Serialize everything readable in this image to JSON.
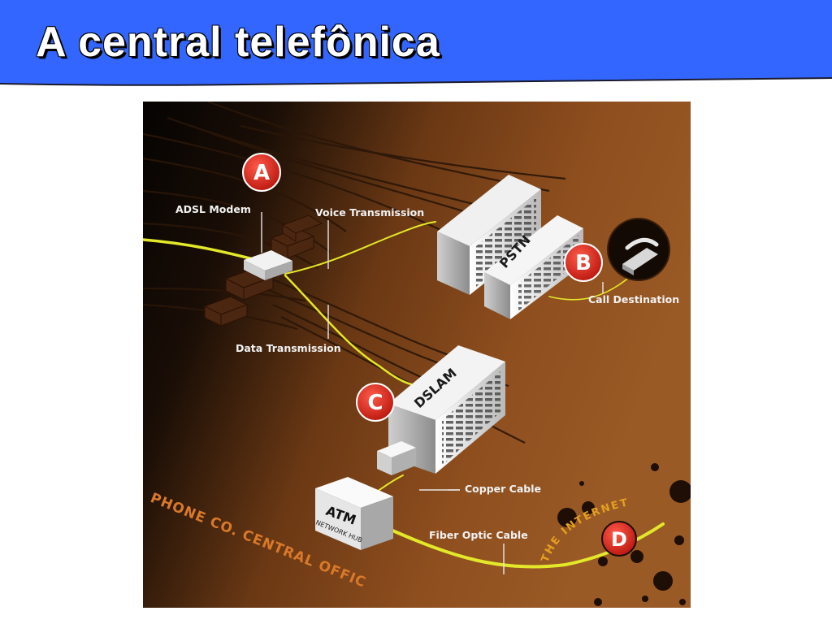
{
  "slide": {
    "title": "A central telefônica",
    "header_color": "#3366ff"
  },
  "diagram": {
    "markers": {
      "a": "A",
      "b": "B",
      "c": "C",
      "d": "D"
    },
    "labels": {
      "adsl_modem": "ADSL Modem",
      "voice_transmission": "Voice Transmission",
      "data_transmission": "Data Transmission",
      "call_destination": "Call Destination",
      "copper_cable": "Copper Cable",
      "fiber_optic_cable": "Fiber Optic Cable"
    },
    "devices": {
      "pstn": "PSTN",
      "dslam": "DSLAM",
      "atm": "ATM",
      "atm_sub": "NETWORK HUB"
    },
    "captions": {
      "central_office": "PHONE CO. CENTRAL OFFICE",
      "internet": "THE INTERNET"
    },
    "colors": {
      "marker": "#e0241b",
      "cable": "#e4e82a",
      "background_dark": "#0a0604",
      "background_brown": "#8a4a1c",
      "caption_orange": "#d9792a"
    }
  }
}
